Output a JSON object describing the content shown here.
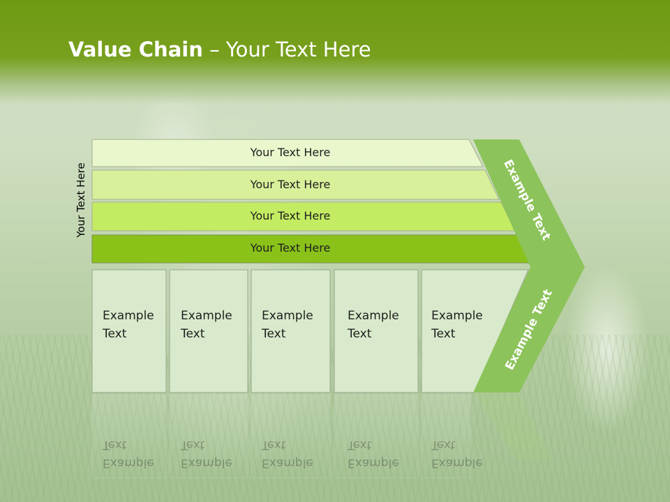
{
  "title": {
    "bold": "Value Chain",
    "rest": " – Your Text Here"
  },
  "side_label": "Your Text Here",
  "bars": [
    {
      "label": "Your Text Here",
      "color": "#eaf7cc"
    },
    {
      "label": "Your Text Here",
      "color": "#d8f09a"
    },
    {
      "label": "Your Text Here",
      "color": "#c4ec62"
    },
    {
      "label": "Your Text Here",
      "color": "#8ac21a"
    }
  ],
  "columns": [
    {
      "line1": "Example",
      "line2": "Text"
    },
    {
      "line1": "Example",
      "line2": "Text"
    },
    {
      "line1": "Example",
      "line2": "Text"
    },
    {
      "line1": "Example",
      "line2": "Text"
    },
    {
      "line1": "Example",
      "line2": "Text"
    }
  ],
  "chevron": {
    "top_label": "Example Text",
    "bottom_label": "Example Text",
    "color": "#8cc35a"
  },
  "colors": {
    "title_band": "#6e9a12",
    "column_fill": "#d8eacb",
    "column_stroke": "#9aa58f"
  }
}
